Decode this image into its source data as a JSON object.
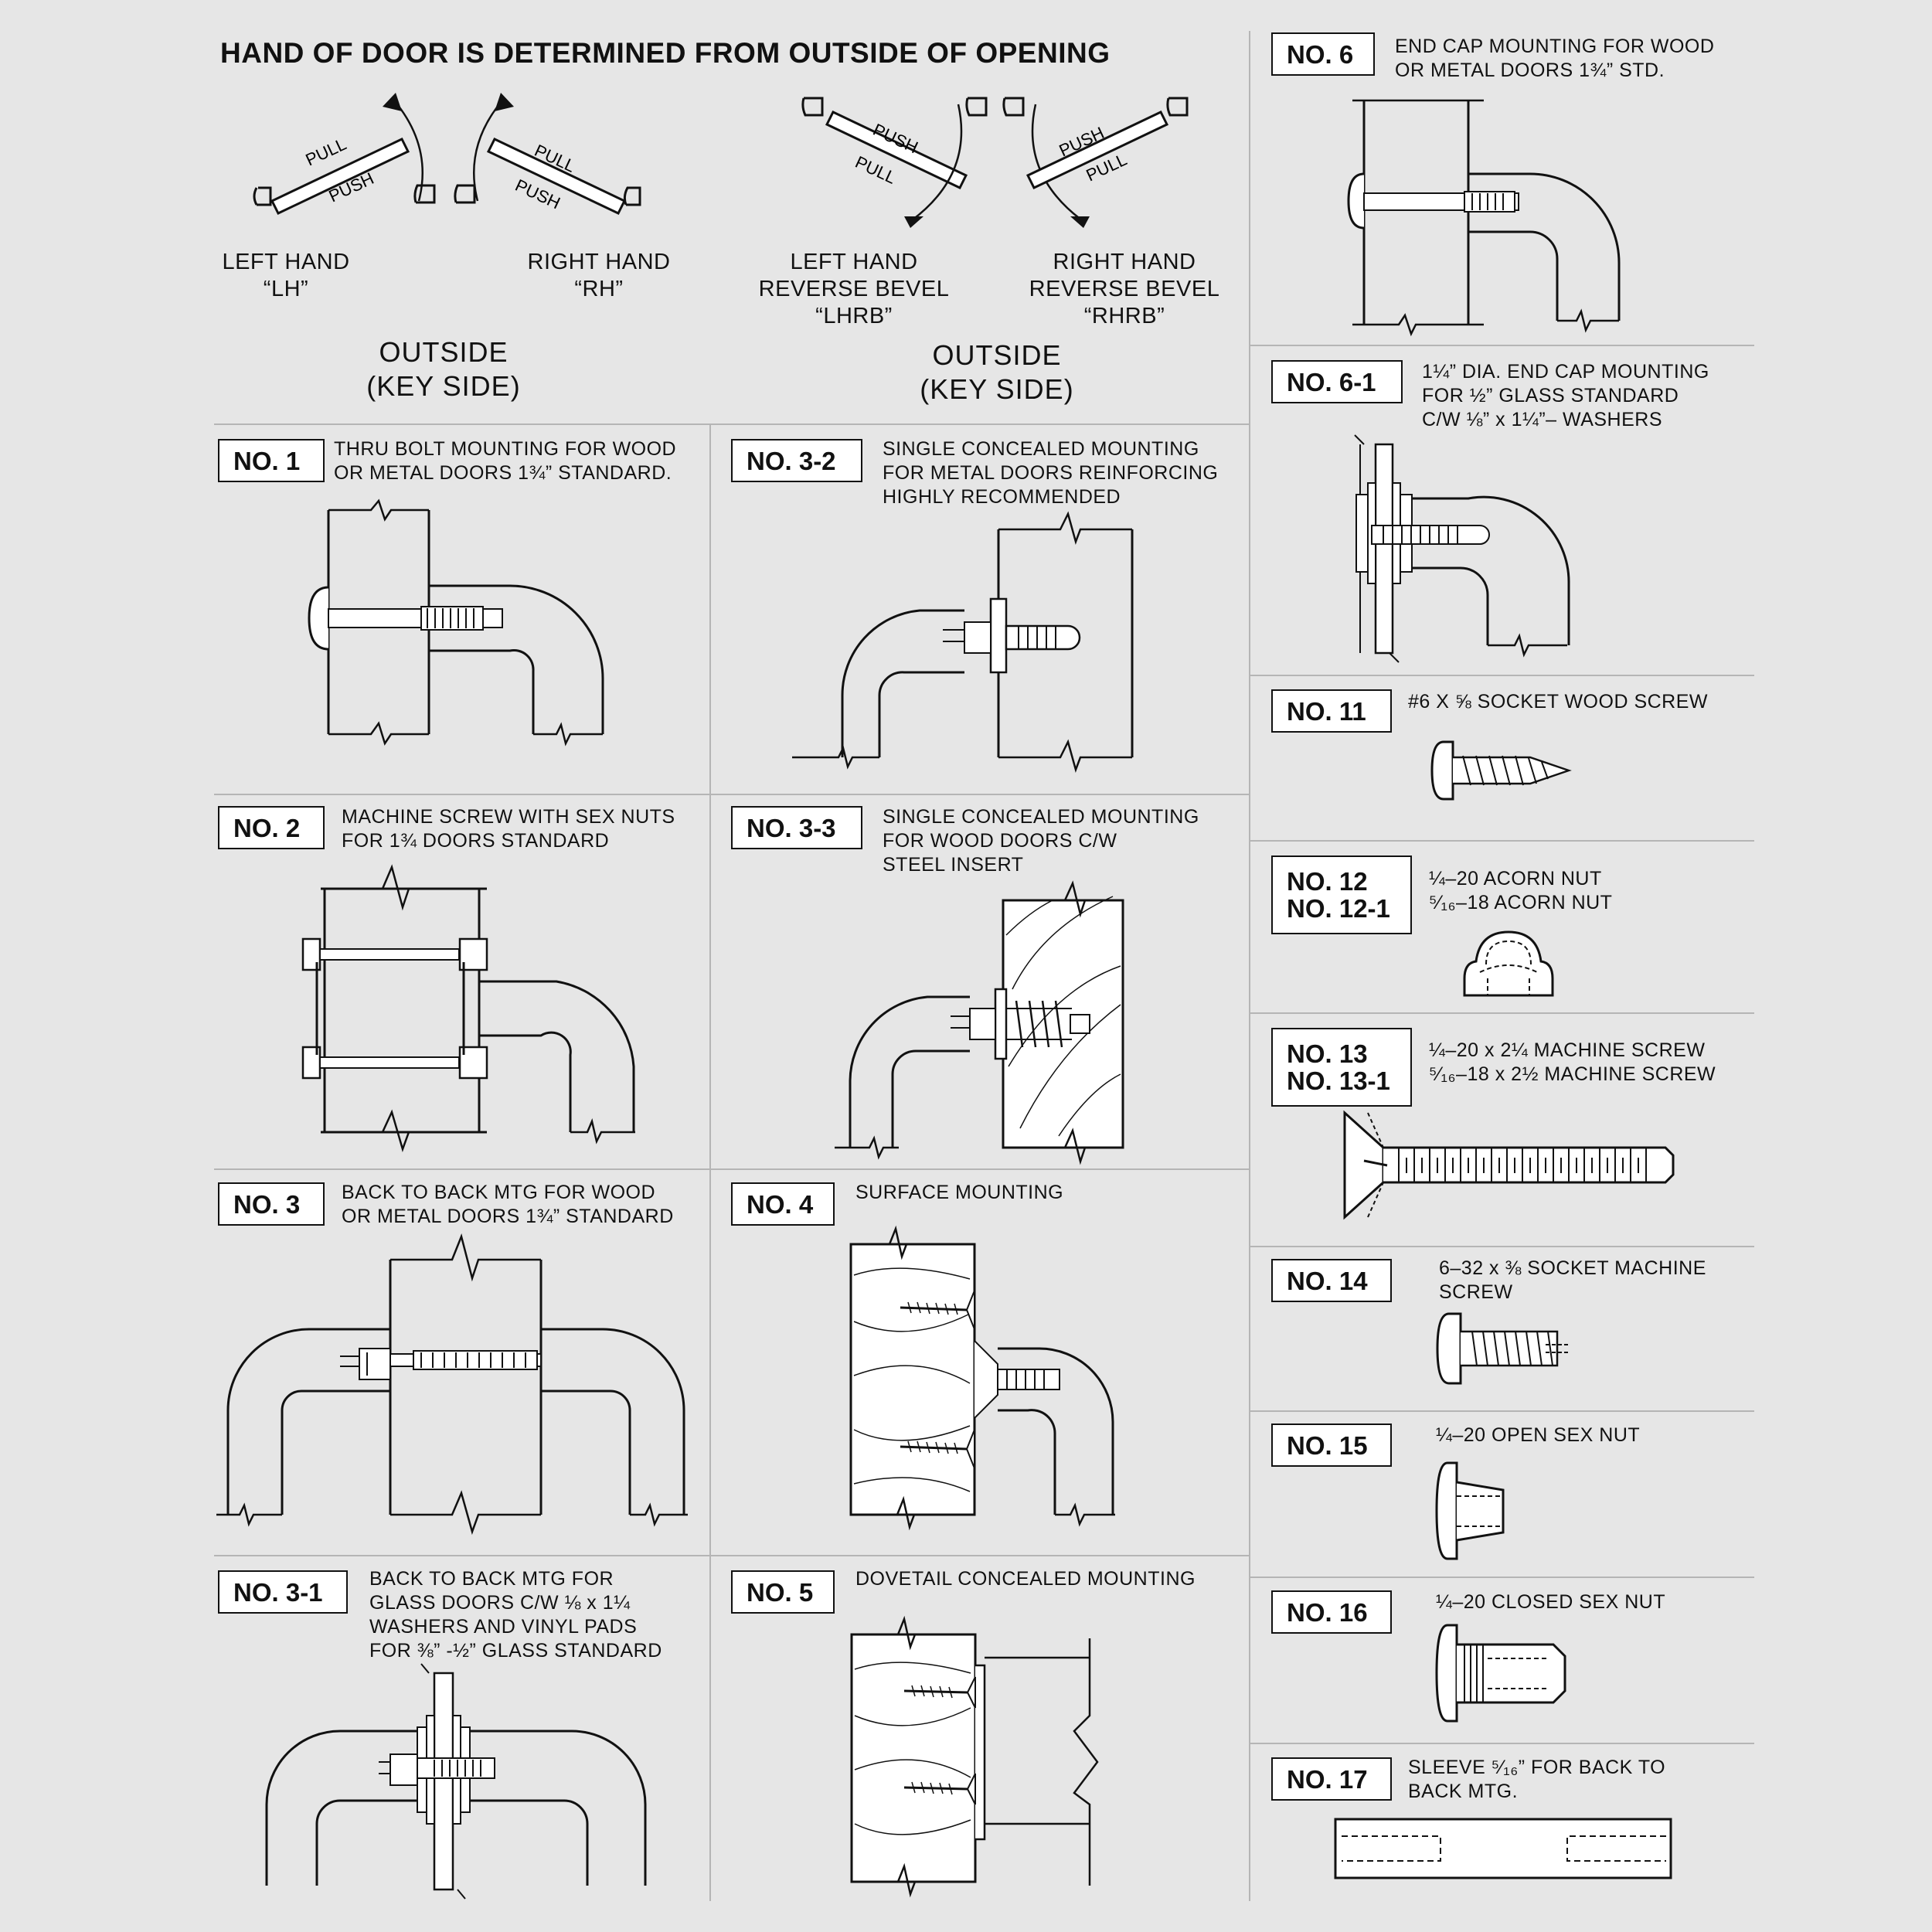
{
  "header": {
    "title": "HAND OF DOOR IS DETERMINED FROM OUTSIDE OF OPENING",
    "push": "PUSH",
    "pull": "PULL",
    "hands": [
      {
        "label": "LEFT HAND\n“LH”"
      },
      {
        "label": "RIGHT HAND\n“RH”"
      },
      {
        "label": "LEFT HAND\nREVERSE BEVEL\n“LHRB”"
      },
      {
        "label": "RIGHT HAND\nREVERSE BEVEL\n“RHRB”"
      }
    ],
    "outside_left": "OUTSIDE\n(KEY SIDE)",
    "outside_right": "OUTSIDE\n(KEY SIDE)"
  },
  "mountings": {
    "no1": {
      "number": "NO. 1",
      "description": "THRU BOLT MOUNTING FOR WOOD\nOR METAL DOORS 1¾” STANDARD."
    },
    "no2": {
      "number": "NO. 2",
      "description": "MACHINE SCREW WITH SEX NUTS\nFOR 1¾ DOORS STANDARD"
    },
    "no3": {
      "number": "NO. 3",
      "description": "BACK TO BACK MTG FOR WOOD\nOR METAL DOORS 1¾” STANDARD"
    },
    "no31": {
      "number": "NO. 3-1",
      "description": "BACK TO BACK MTG FOR\nGLASS DOORS C/W ⅛ x 1¼\nWASHERS AND VINYL PADS\nFOR ⅜” -½” GLASS STANDARD"
    },
    "no32": {
      "number": "NO. 3-2",
      "description": "SINGLE CONCEALED MOUNTING\nFOR METAL DOORS REINFORCING\nHIGHLY RECOMMENDED"
    },
    "no33": {
      "number": "NO. 3-3",
      "description": "SINGLE CONCEALED MOUNTING\nFOR WOOD DOORS C/W\nSTEEL INSERT"
    },
    "no4": {
      "number": "NO. 4",
      "description": "SURFACE MOUNTING"
    },
    "no5": {
      "number": "NO. 5",
      "description": "DOVETAIL CONCEALED MOUNTING"
    },
    "no6": {
      "number": "NO. 6",
      "description": "END CAP MOUNTING FOR WOOD\nOR METAL DOORS 1¾” STD."
    },
    "no61": {
      "number": "NO. 6-1",
      "description": "1¼” DIA. END CAP MOUNTING\nFOR ½” GLASS STANDARD\nC/W ⅛” x 1¼”– WASHERS"
    },
    "no11": {
      "number": "NO. 11",
      "description": "#6 X ⅝ SOCKET WOOD SCREW"
    },
    "no12": {
      "number": "NO. 12\nNO. 12-1",
      "description": "¼–20 ACORN NUT\n⁵⁄₁₆–18 ACORN NUT"
    },
    "no13": {
      "number": "NO. 13\nNO. 13-1",
      "description": "¼–20 x 2¼ MACHINE SCREW\n⁵⁄₁₆–18 x 2½ MACHINE SCREW"
    },
    "no14": {
      "number": "NO. 14",
      "description": "6–32 x ⅜ SOCKET MACHINE\nSCREW"
    },
    "no15": {
      "number": "NO. 15",
      "description": "¼–20 OPEN SEX NUT"
    },
    "no16": {
      "number": "NO. 16",
      "description": "¼–20 CLOSED SEX NUT"
    },
    "no17": {
      "number": "NO. 17",
      "description": "SLEEVE ⁵⁄₁₆” FOR BACK TO\nBACK MTG."
    }
  }
}
